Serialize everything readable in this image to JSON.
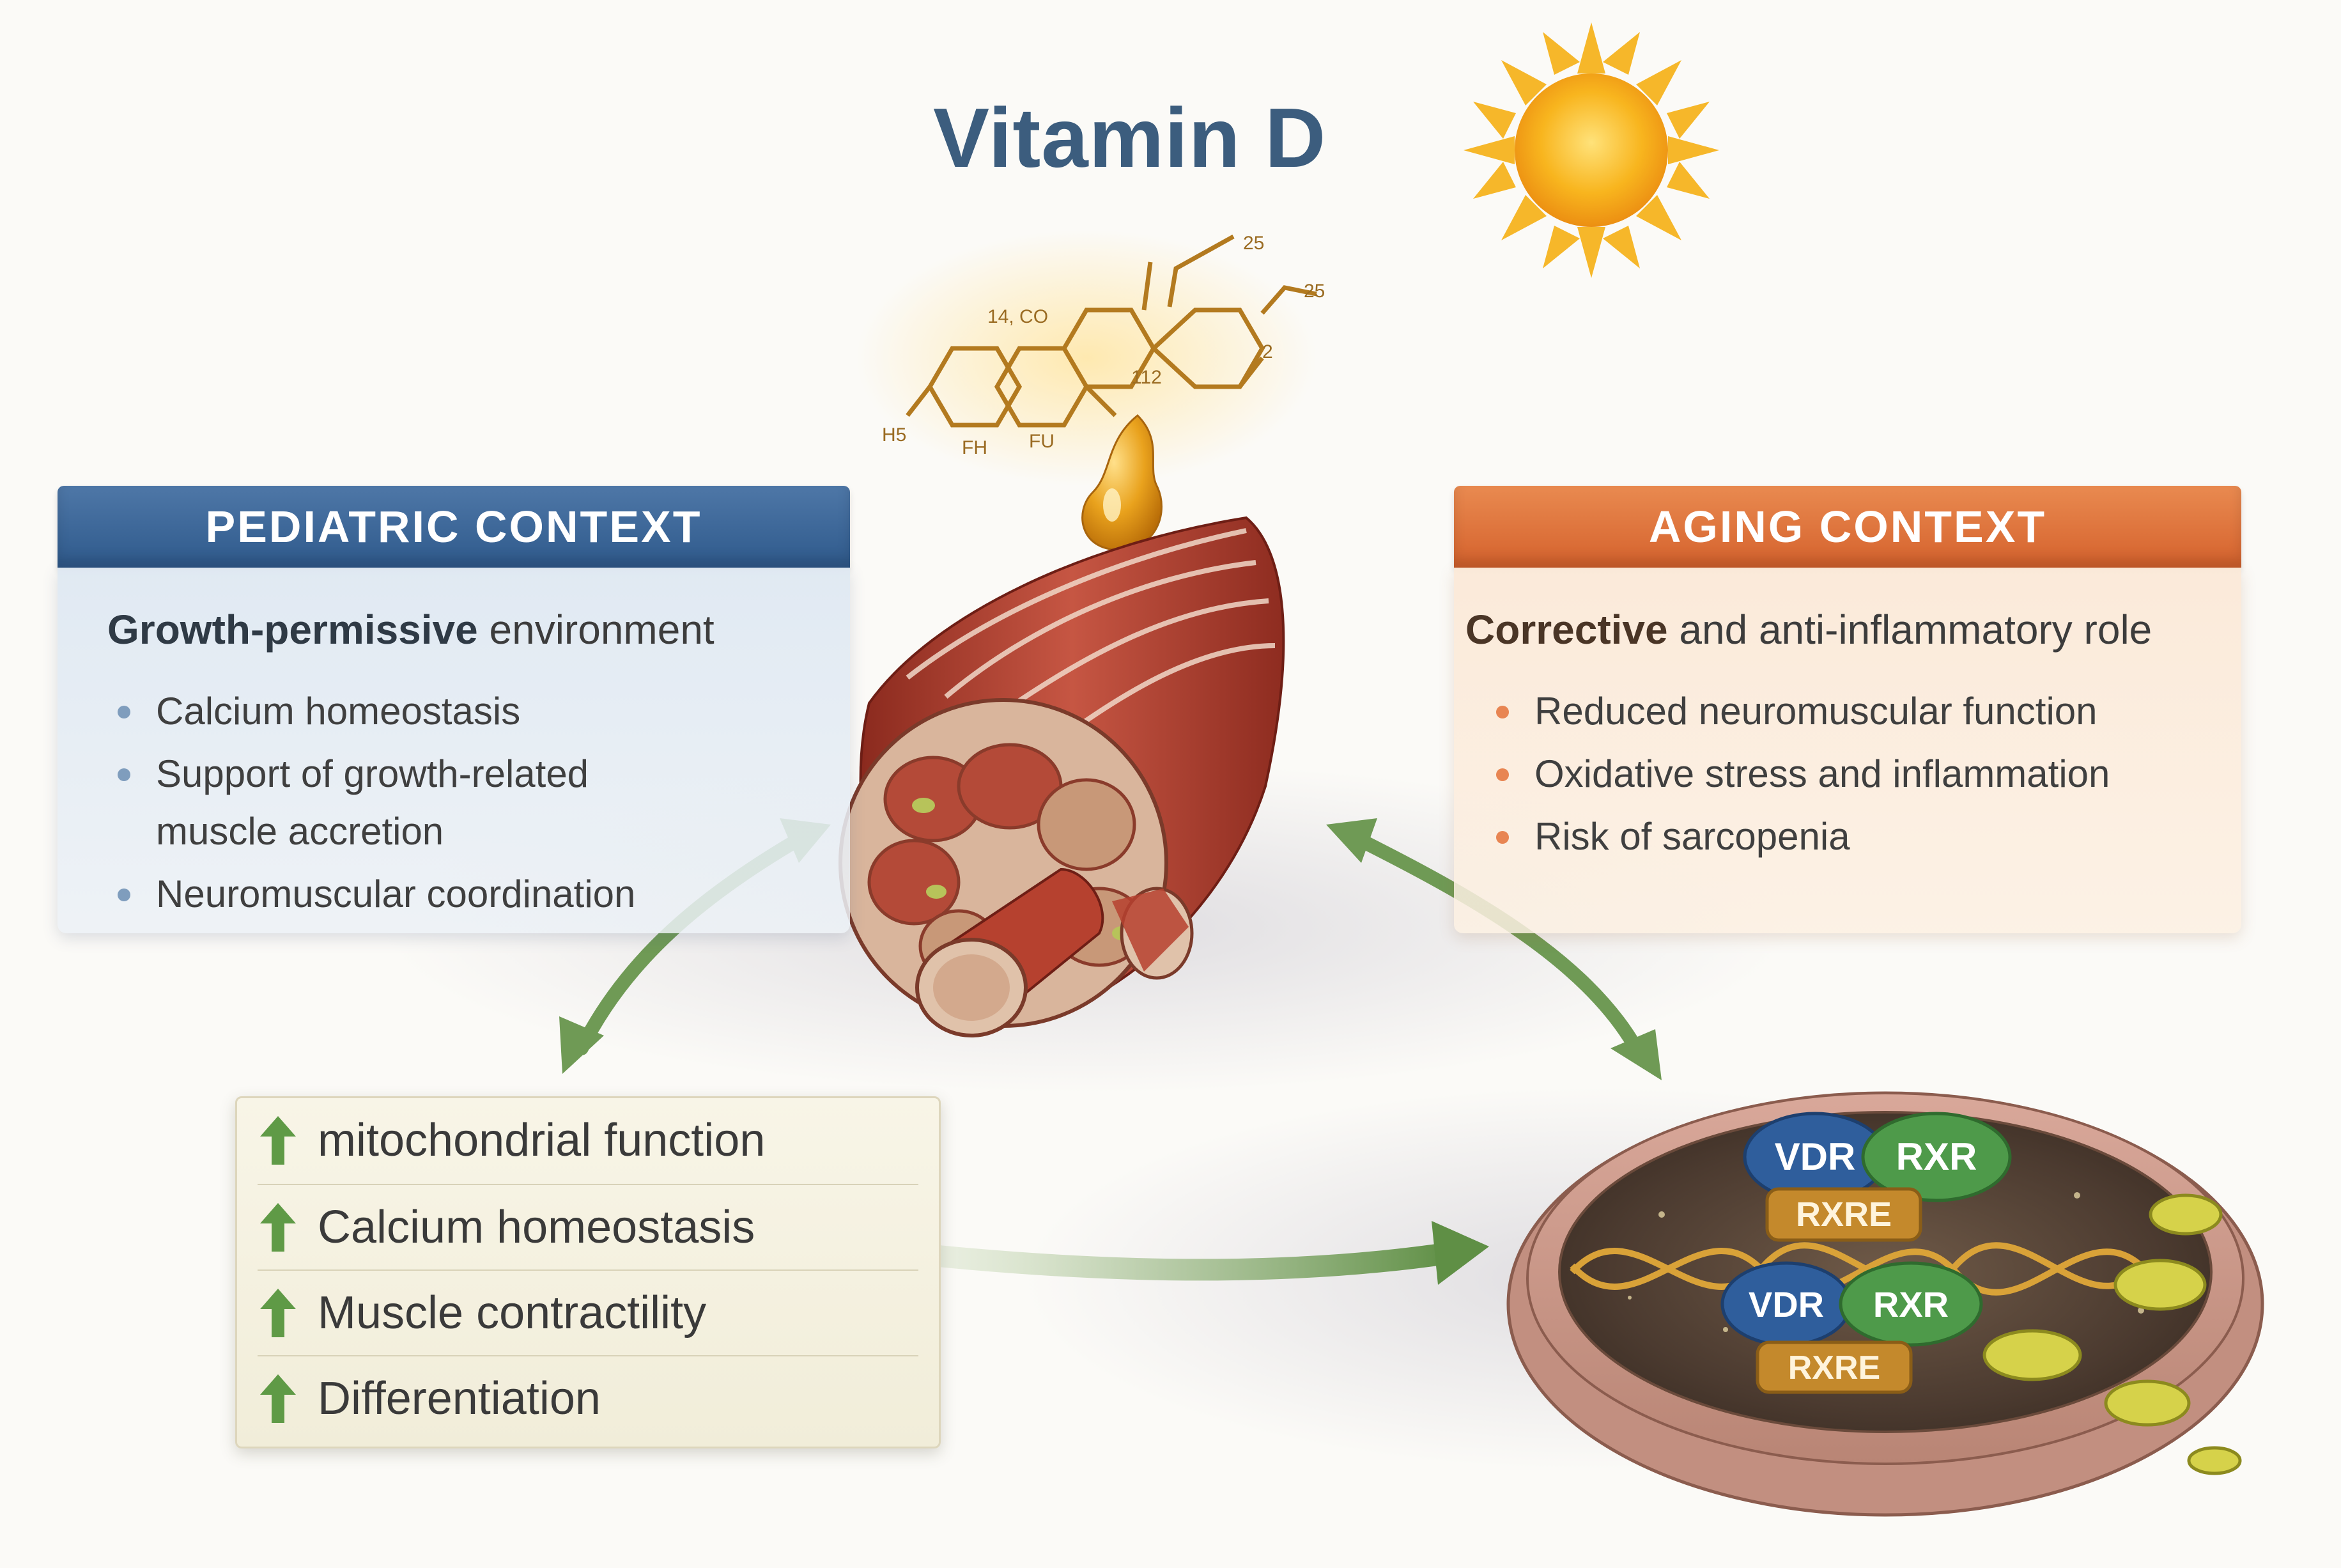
{
  "title": "Vitamin D",
  "molecule_labels": [
    "14, CO",
    "25",
    "25",
    "2",
    "112",
    "H5",
    "FH",
    "FU"
  ],
  "pediatric": {
    "header": "PEDIATRIC CONTEXT",
    "lead_bold": "Growth-permissive",
    "lead_rest": " environment",
    "bullets": [
      "Calcium homeostasis",
      "Support of growth-related\nmuscle accretion",
      "Neuromuscular coordination"
    ]
  },
  "aging": {
    "header": "AGING CONTEXT",
    "lead_bold": "Corrective",
    "lead_rest": " and anti-inflammatory role",
    "bullets": [
      "Reduced neuromuscular function",
      "Oxidative stress and inflammation",
      "Risk of sarcopenia"
    ]
  },
  "effects": [
    "mitochondrial function",
    "Calcium homeostasis",
    "Muscle contractility",
    "Differentiation"
  ],
  "nucleus": {
    "complex_top": {
      "vdr": "VDR",
      "rxr": "RXR",
      "rxre": "RXRE"
    },
    "complex_bottom": {
      "vdr": "VDR",
      "rxr": "RXR",
      "rxre": "RXRE"
    }
  },
  "colors": {
    "title": "#3c5d7e",
    "pediatric_header": "#3a6598",
    "aging_header": "#df6f38",
    "arrow_green": "#6f9a55",
    "vdr_blue": "#2f5e9c",
    "rxr_green": "#4e9a4a",
    "rxre_gold": "#c4892c"
  },
  "icons": [
    "sun-icon",
    "oil-droplet-icon",
    "muscle-bundle-icon",
    "nucleus-icon",
    "up-arrow-icon",
    "double-arrow-icon"
  ]
}
